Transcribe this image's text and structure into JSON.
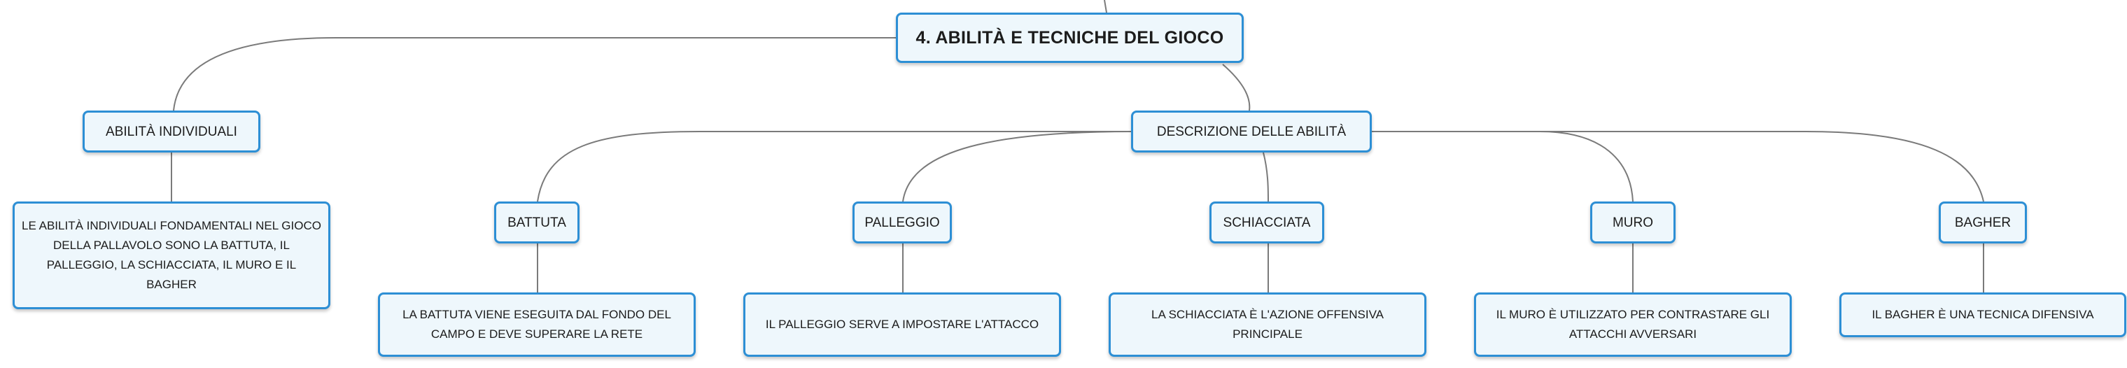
{
  "colors": {
    "node_border": "#2d8fd5",
    "node_fill": "#eef7fc",
    "connector": "#7a7a7a",
    "text": "#1c1c1c"
  },
  "mindmap": {
    "central": {
      "label": "4. ABILITÀ E TECNICHE DEL GIOCO"
    },
    "individual": {
      "label": "ABILITÀ INDIVIDUALI",
      "text": "LE ABILITÀ INDIVIDUALI FONDAMENTALI NEL GIOCO DELLA PALLAVOLO SONO LA BATTUTA, IL PALLEGGIO, LA SCHIACCIATA, IL MURO E IL BAGHER"
    },
    "description": {
      "label": "DESCRIZIONE DELLE ABILITÀ",
      "skills": [
        {
          "label": "BATTUTA",
          "text": "LA BATTUTA VIENE ESEGUITA DAL FONDO DEL CAMPO E DEVE SUPERARE LA RETE"
        },
        {
          "label": "PALLEGGIO",
          "text": "IL PALLEGGIO SERVE A IMPOSTARE L'ATTACCO"
        },
        {
          "label": "SCHIACCIATA",
          "text": "LA SCHIACCIATA È L'AZIONE OFFENSIVA PRINCIPALE"
        },
        {
          "label": "MURO",
          "text": "IL MURO È UTILIZZATO PER CONTRASTARE GLI ATTACCHI AVVERSARI"
        },
        {
          "label": "BAGHER",
          "text": "IL BAGHER È UNA TECNICA DIFENSIVA"
        }
      ]
    }
  }
}
